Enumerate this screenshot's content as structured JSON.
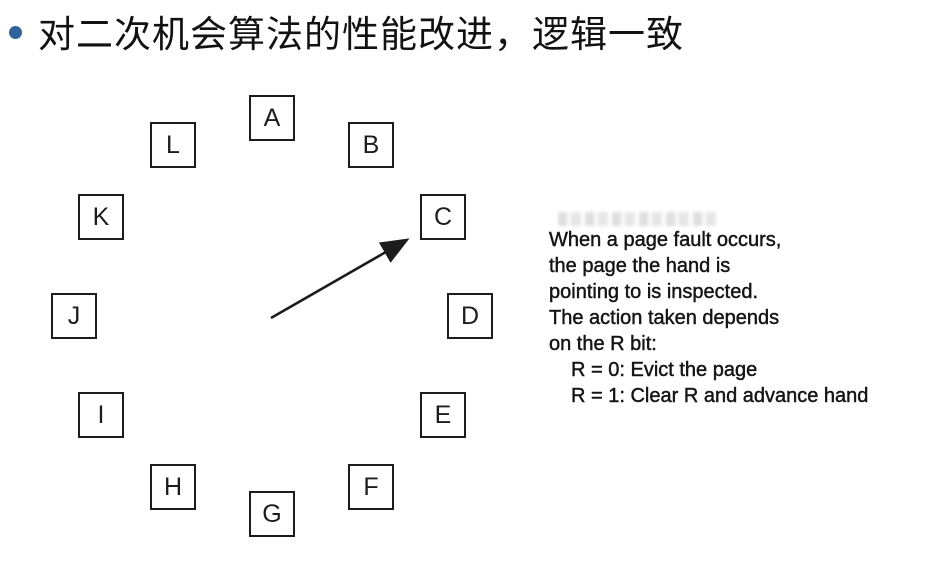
{
  "slide": {
    "title": "对二次机会算法的性能改进，逻辑一致"
  },
  "diagram": {
    "frames": [
      "A",
      "B",
      "C",
      "D",
      "E",
      "F",
      "G",
      "H",
      "I",
      "J",
      "K",
      "L"
    ],
    "hand_points_to": "C"
  },
  "note": {
    "lines": [
      {
        "text": "When a page fault occurs,",
        "indent": false
      },
      {
        "text": "the page the hand is",
        "indent": false
      },
      {
        "text": "pointing to is inspected.",
        "indent": false
      },
      {
        "text": "The action taken depends",
        "indent": false
      },
      {
        "text": "on the R bit:",
        "indent": false
      },
      {
        "text": "R = 0: Evict the page",
        "indent": true
      },
      {
        "text": "R = 1: Clear R and advance hand",
        "indent": true
      }
    ]
  },
  "colors": {
    "bullet_blue": "#30639A",
    "ink": "#1C1C1C"
  }
}
